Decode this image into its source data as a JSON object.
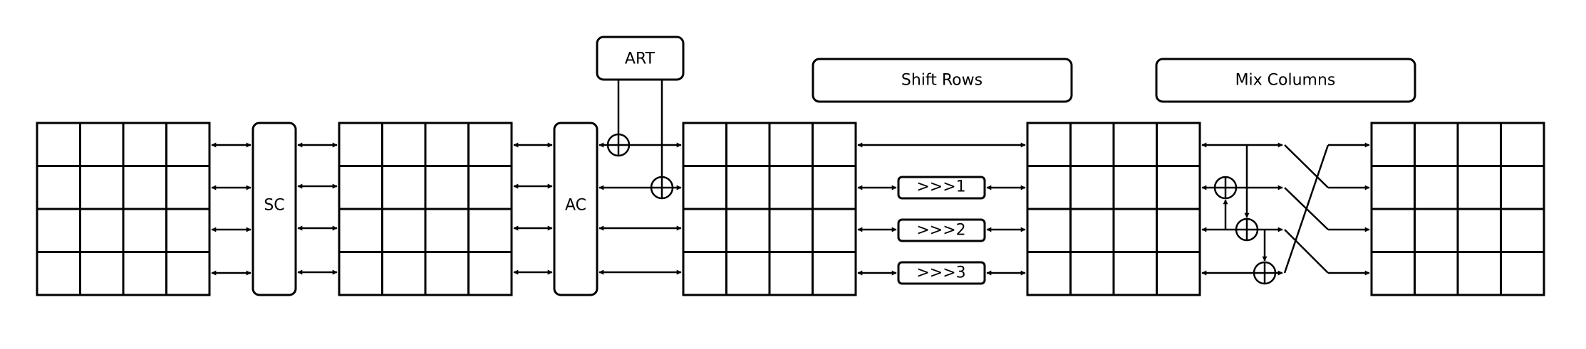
{
  "labels": {
    "sc": "SC",
    "ac": "AC",
    "art": "ART",
    "shift_rows": "Shift Rows",
    "mix_columns": "Mix Columns",
    "rot1": ">>>1",
    "rot2": ">>>2",
    "rot3": ">>>3"
  },
  "colors": {
    "stroke": "#000000",
    "background": "#ffffff"
  }
}
